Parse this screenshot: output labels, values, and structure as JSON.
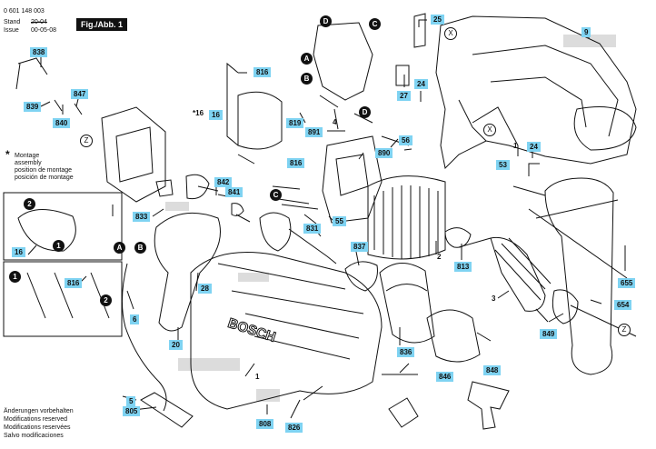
{
  "header": {
    "part_number": "0 601 148 003",
    "stand_label": "Stand",
    "issue_label": "Issue",
    "stand_value": "20-04",
    "issue_value": "00-05-08",
    "figure_label": "Fig./Abb. 1"
  },
  "labels": {
    "l838": "838",
    "l839": "839",
    "l840": "840",
    "l847": "847",
    "l816a": "816",
    "l16": "16",
    "l819": "819",
    "l4": "4",
    "l891": "891",
    "l25": "25",
    "l9": "9",
    "l27": "27",
    "l24a": "24",
    "l24b": "24",
    "l1a": "1",
    "l53": "53",
    "l56": "56",
    "l890": "890",
    "l816b": "816",
    "l842": "842",
    "l841": "841",
    "l833": "833",
    "l831": "831",
    "l55": "55",
    "l2": "2",
    "l837": "837",
    "l813": "813",
    "l655": "655",
    "l654": "654",
    "l3": "3",
    "l849": "849",
    "l16b": "16",
    "l816c": "816",
    "l6": "6",
    "l28": "28",
    "l20": "20",
    "l1b": "1",
    "l836": "836",
    "l846": "846",
    "l848": "848",
    "l5": "5",
    "l805": "805",
    "l808": "808",
    "l826": "826"
  },
  "markers": {
    "D1": "D",
    "C1": "C",
    "A1": "A",
    "B1": "B",
    "D2": "D",
    "C2": "C",
    "A2": "A",
    "B2": "B",
    "n2": "2",
    "n1a": "1",
    "n1b": "1",
    "n2b": "2"
  },
  "refs": {
    "X1": "X",
    "X2": "X",
    "Z1": "Z",
    "Z2": "Z"
  },
  "note": {
    "star": "*",
    "line1": "Montage",
    "line2": "assembly",
    "line3": "position de montage",
    "line4": "posición de montage",
    "star16": "*16"
  },
  "brand": "BOSCH",
  "footer": {
    "line1": "Änderungen vorbehalten",
    "line2": "Modifications reserved",
    "line3": "Modifications reservées",
    "line4": "Salvo modificaciones"
  }
}
